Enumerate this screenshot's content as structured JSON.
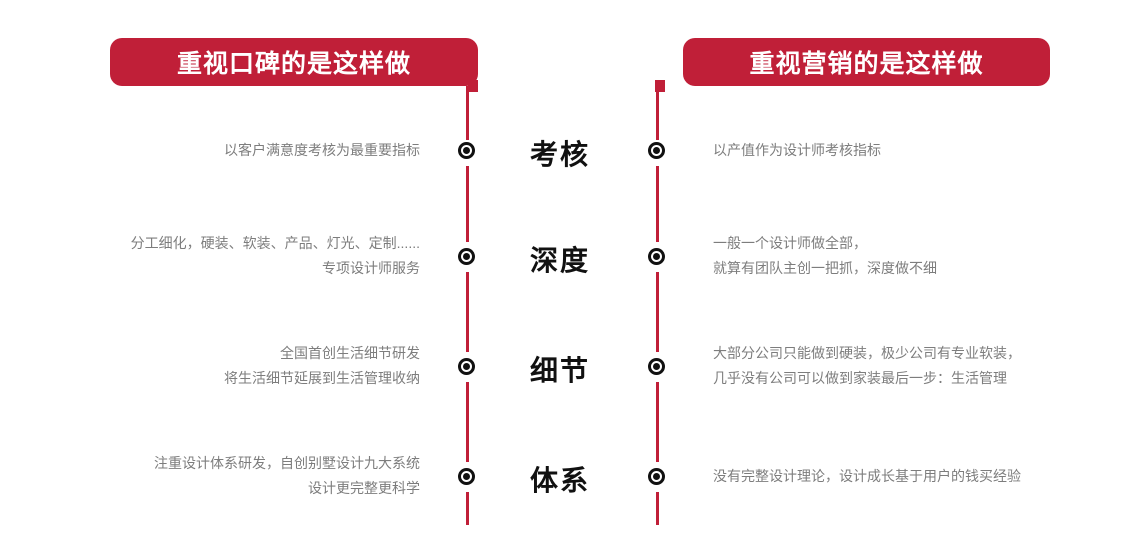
{
  "theme": {
    "accent_red": "#c01f38",
    "body_text": "#7d7d7d",
    "label_text": "#111111",
    "background": "#ffffff"
  },
  "headers": {
    "left": "重视口碑的是这样做",
    "right": "重视营销的是这样做"
  },
  "rows": [
    {
      "label": "考核",
      "left": "以客户满意度考核为最重要指标",
      "right": "以产值作为设计师考核指标",
      "marker": "bullet-icon"
    },
    {
      "label": "深度",
      "left": "分工细化，硬装、软装、产品、灯光、定制......\n专项设计师服务",
      "right": "一般一个设计师做全部，\n就算有团队主创一把抓，深度做不细",
      "marker": "bullet-icon"
    },
    {
      "label": "细节",
      "left": "全国首创生活细节研发\n将生活细节延展到生活管理收纳",
      "right": "大部分公司只能做到硬装，极少公司有专业软装，\n几乎没有公司可以做到家装最后一步：生活管理",
      "marker": "bullet-icon"
    },
    {
      "label": "体系",
      "left": "注重设计体系研发，自创别墅设计九大系统\n设计更完整更科学",
      "right": "没有完整设计理论，设计成长基于用户的钱买经验",
      "marker": "bullet-icon"
    }
  ]
}
